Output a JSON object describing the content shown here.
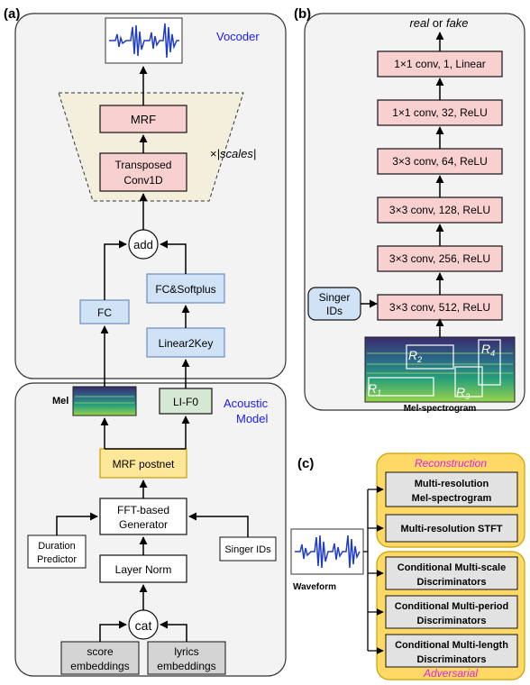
{
  "panels": {
    "a": "(a)",
    "b": "(b)",
    "c": "(c)"
  },
  "a": {
    "vocoder_title": "Vocoder",
    "acoustic_title_1": "Acoustic",
    "acoustic_title_2": "Model",
    "mrf": "MRF",
    "transposed_1": "Transposed",
    "transposed_2": "Conv1D",
    "scales_prefix": "×",
    "scales_label": "|scales|",
    "add": "add",
    "fc": "FC",
    "fc_softplus": "FC&Softplus",
    "linear2key": "Linear2Key",
    "mel": "Mel",
    "lif0": "LI-F0",
    "mrf_postnet": "MRF postnet",
    "fft_1": "FFT-based",
    "fft_2": "Generator",
    "duration_1": "Duration",
    "duration_2": "Predictor",
    "singer_ids": "Singer IDs",
    "layer_norm": "Layer Norm",
    "cat": "cat",
    "score_1": "score",
    "score_2": "embeddings",
    "lyrics_1": "lyrics",
    "lyrics_2": "embeddings"
  },
  "b": {
    "out_real": "real",
    "out_or": "or",
    "out_fake": "fake",
    "layers": [
      "1×1 conv, 1, Linear",
      "1×1 conv, 32, ReLU",
      "3×3 conv, 64, ReLU",
      "3×3 conv, 128, ReLU",
      "3×3 conv, 256, ReLU",
      "3×3 conv, 512, ReLU"
    ],
    "singer_1": "Singer",
    "singer_2": "IDs",
    "r1": "R",
    "r1_sub": "1",
    "r2": "R",
    "r2_sub": "2",
    "r3": "R",
    "r3_sub": "3",
    "r4": "R",
    "r4_sub": "4",
    "mel_caption": "Mel-spectrogram"
  },
  "c": {
    "reconstruction": "Reconstruction",
    "adversarial": "Adversarial",
    "waveform": "Waveform",
    "multi_mel_1": "Multi-resolution",
    "multi_mel_2": "Mel-spectrogram",
    "multi_stft": "Multi-resolution STFT",
    "msd_1": "Conditional Multi-scale",
    "msd_2": "Discriminators",
    "mpd_1": "Conditional Multi-period",
    "mpd_2": "Discriminators",
    "mld_1": "Conditional Multi-length",
    "mld_2": "Discriminators"
  },
  "colors": {
    "pink_fill": "#f8d0d0",
    "blue_fill": "#d0e2f6",
    "blue_stroke": "#6c8ebf",
    "yellow_fill": "#ffe79a",
    "gold_panel": "#ffd966",
    "green_fill": "#d5e8d4",
    "gray_fill": "#e2e2e2",
    "magenta": "#e020e0",
    "title_blue": "#1a1aff"
  }
}
